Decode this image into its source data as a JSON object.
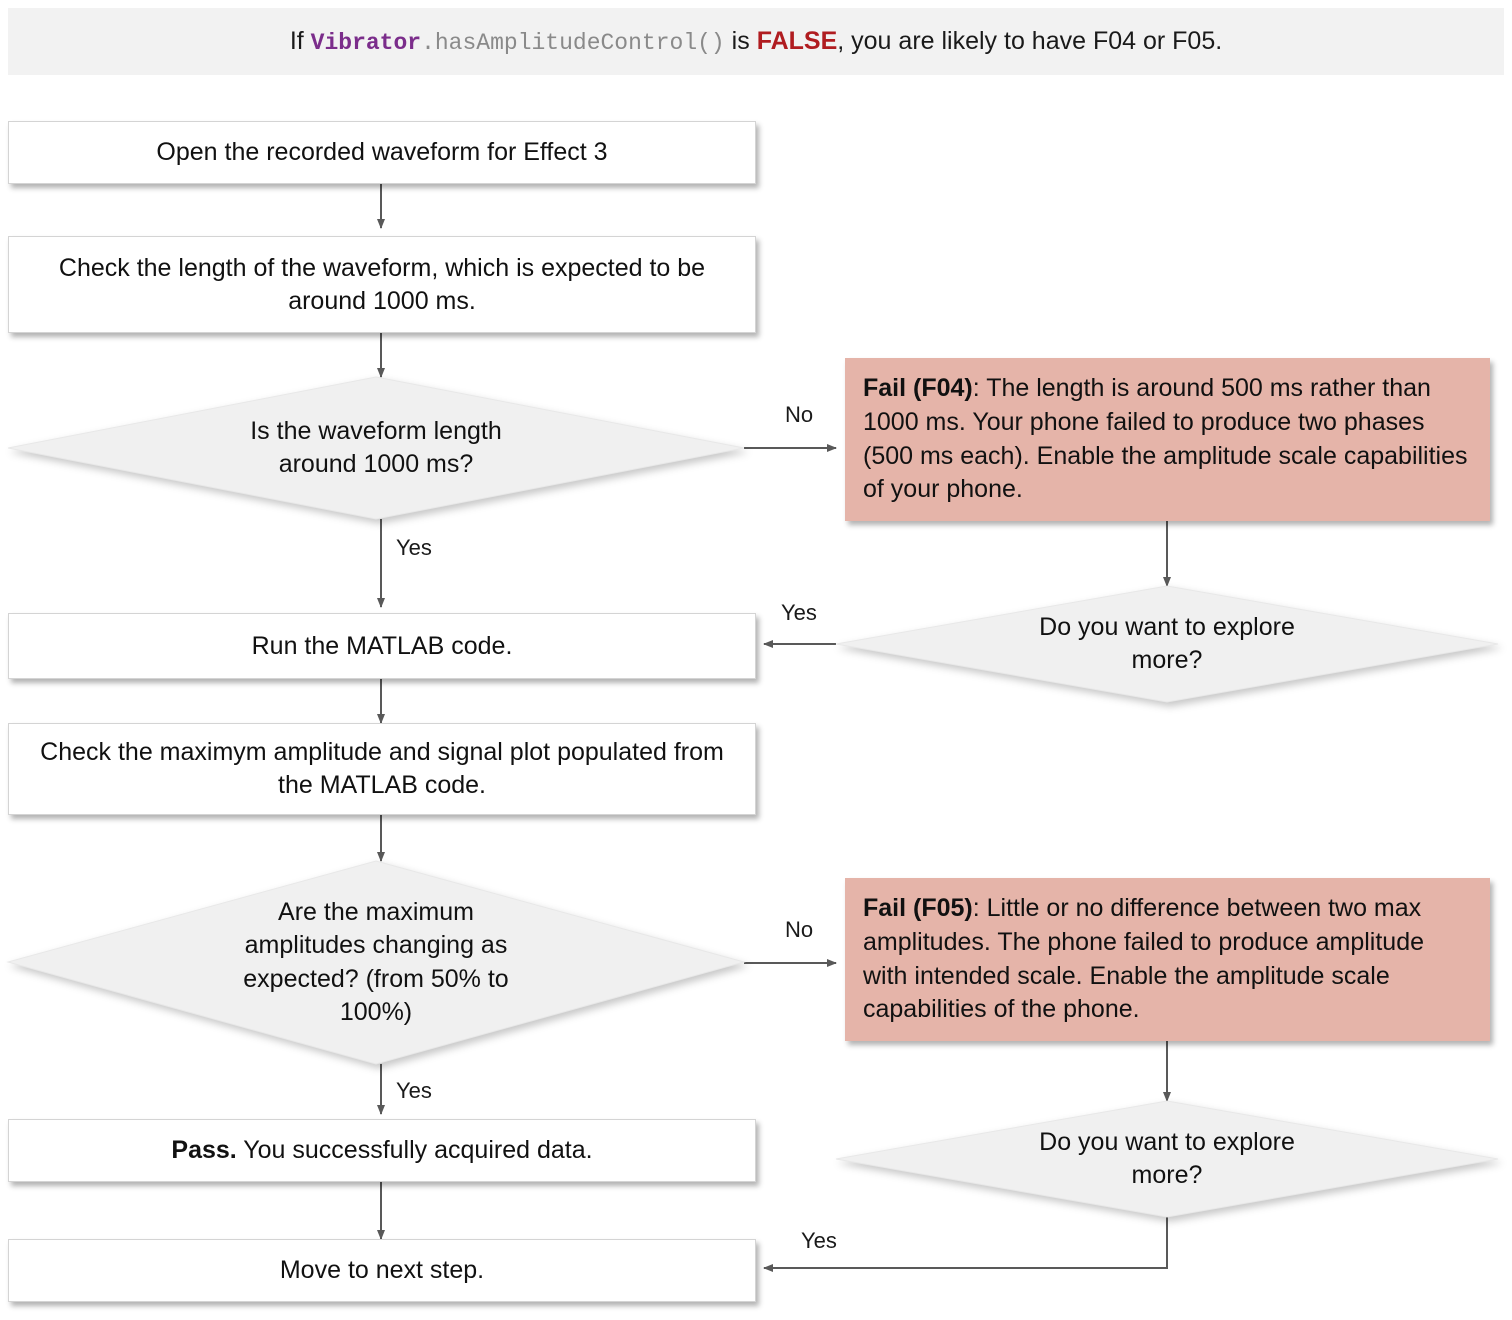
{
  "header": {
    "prefix": "If ",
    "code_class": "Vibrator",
    "code_method": ".hasAmplitudeControl()",
    "mid": " is ",
    "keyword": "FALSE",
    "suffix": ", you are likely to have F04 or F05.",
    "background": "#f2f2f2",
    "class_color": "#7b2d8b",
    "method_color": "#8a8a8a",
    "keyword_color": "#b01c20"
  },
  "colors": {
    "process_fill": "#ffffff",
    "process_border": "#d4d4d4",
    "decision_fill": "#f0f0f0",
    "decision_border": "#e4e4e4",
    "fail_fill": "#e5b4a9",
    "edge_stroke": "#595959",
    "text": "#111111"
  },
  "nodes": {
    "open_waveform": {
      "text": "Open the recorded waveform for Effect 3"
    },
    "check_length": {
      "text": "Check the length of the waveform, which is expected to be around 1000 ms."
    },
    "decide_length": {
      "line1": "Is the waveform length",
      "line2": "around 1000 ms?"
    },
    "fail_f04": {
      "label": "Fail (F04)",
      "separator": ": ",
      "body": "The length is around 500 ms rather than 1000 ms. Your phone failed to produce two phases (500 ms each). Enable the amplitude scale capabilities of your phone."
    },
    "explore_more_top": {
      "line1": "Do you want to explore",
      "line2": "more?"
    },
    "run_matlab": {
      "text": "Run the MATLAB code."
    },
    "check_amplitude": {
      "text": "Check the maximym amplitude and signal plot populated from the MATLAB code."
    },
    "decide_amplitude": {
      "line1": "Are the maximum",
      "line2": "amplitudes changing as",
      "line3": "expected? (from 50% to",
      "line4": "100%)"
    },
    "fail_f05": {
      "label": "Fail (F05)",
      "separator": ": ",
      "body": "Little or no difference between two max amplitudes. The phone failed to produce amplitude with intended scale. Enable the amplitude scale capabilities of the phone."
    },
    "explore_more_bottom": {
      "line1": "Do you want to explore",
      "line2": "more?"
    },
    "pass": {
      "label": "Pass.",
      "body": " You successfully acquired data."
    },
    "next_step": {
      "text": "Move to next step."
    }
  },
  "edge_labels": {
    "length_no": "No",
    "length_yes": "Yes",
    "explore_top_yes": "Yes",
    "amplitude_no": "No",
    "amplitude_yes": "Yes",
    "explore_bottom_yes": "Yes"
  }
}
